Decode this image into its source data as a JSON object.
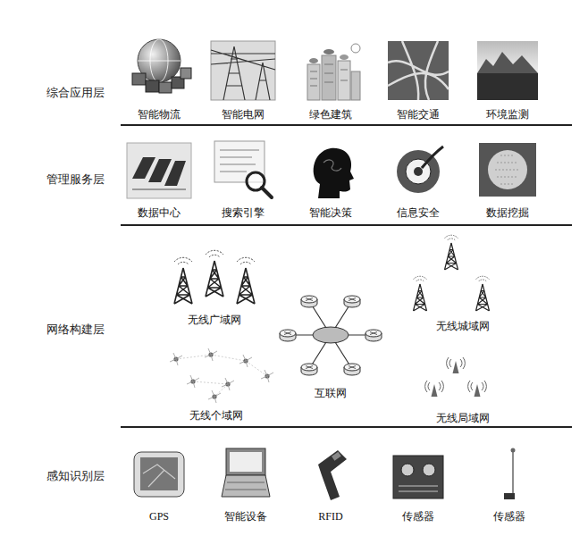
{
  "diagram": {
    "nodes": [
      {
        "text": [
          "综合应用层"
        ]
      },
      {
        "text": [
          "智能物流"
        ],
        "in": 0
      },
      {
        "text": [
          "智能电网"
        ],
        "in": 0
      },
      {
        "text": [
          "绿色建筑"
        ],
        "in": 0
      },
      {
        "text": [
          "智能交通"
        ],
        "in": 0
      },
      {
        "text": [
          "环境监测"
        ],
        "in": 0
      },
      {
        "text": [
          "管理服务层"
        ]
      },
      {
        "text": [
          "数据中心"
        ],
        "in": 6
      },
      {
        "text": [
          "搜索引擎"
        ],
        "in": 6
      },
      {
        "text": [
          "智能决策"
        ],
        "in": 6
      },
      {
        "text": [
          "信息安全"
        ],
        "in": 6
      },
      {
        "text": [
          "数据挖掘"
        ],
        "in": 6
      },
      {
        "text": [
          "网络构建层"
        ]
      },
      {
        "text": [
          "无线广域网"
        ],
        "in": 12
      },
      {
        "text": [
          "无线城域网"
        ],
        "in": 12
      },
      {
        "text": [
          "互联网"
        ],
        "in": 12
      },
      {
        "text": [
          "无线个域网"
        ],
        "in": 12
      },
      {
        "text": [
          "无线局域网"
        ],
        "in": 12
      },
      {
        "text": [
          "感知识别层"
        ]
      },
      {
        "text": [
          "GPS"
        ],
        "in": 18
      },
      {
        "text": [
          "智能设备"
        ],
        "in": 18
      },
      {
        "text": [
          "RFID"
        ],
        "in": 18
      },
      {
        "text": [
          "传感器"
        ],
        "in": 18
      },
      {
        "text": [
          "传感器"
        ],
        "in": 18
      }
    ]
  }
}
